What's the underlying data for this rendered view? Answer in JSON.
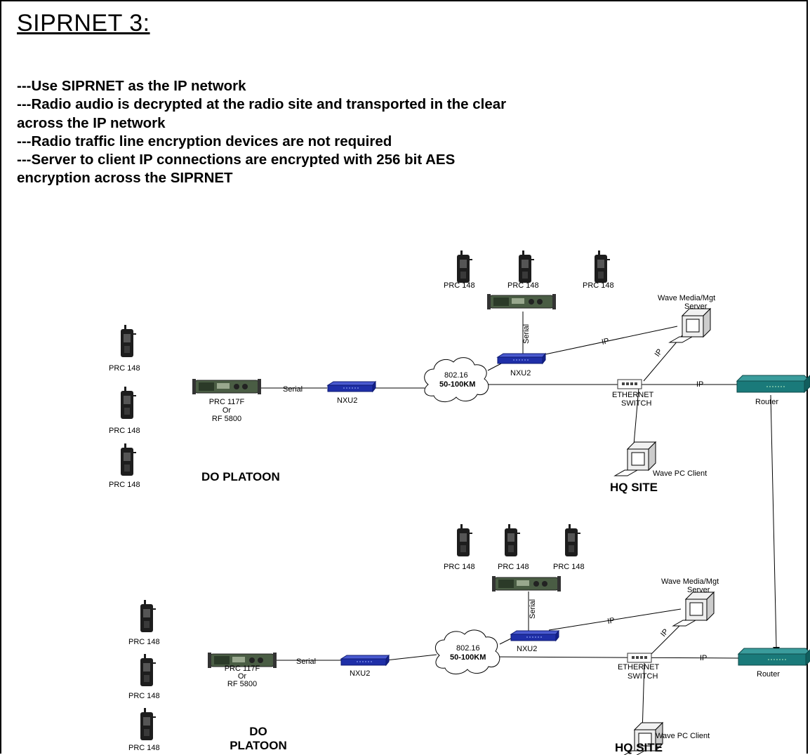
{
  "title": "SIPRNET  3:",
  "bullets": [
    "---Use SIPRNET as the IP network",
    "---Radio audio is decrypted at the radio site and transported in the clear",
    "across the IP network",
    "---Radio traffic line encryption devices are not required",
    "---Server to client IP connections are encrypted with 256 bit AES",
    "encryption across the SIPRNET"
  ],
  "colors": {
    "nxu": "#1f2fa8",
    "router": "#1a7a7a",
    "radio": "#4a5d44"
  },
  "icons": [
    "handheld-radio-icon",
    "manpack-radio-icon",
    "nxu2-device-icon",
    "cloud-icon",
    "ethernet-switch-icon",
    "router-icon",
    "server-computer-icon",
    "pc-client-icon"
  ],
  "top": {
    "handhelds_top": [
      "PRC 148",
      "PRC 148",
      "PRC 148"
    ],
    "handhelds_left": [
      "PRC 148",
      "PRC 148",
      "PRC 148"
    ],
    "manpack": [
      "PRC 117F",
      "Or",
      "RF 5800"
    ],
    "serial_left": "Serial",
    "serial_vertical": "Serial",
    "nxu_left": "NXU2",
    "nxu_right": "NXU2",
    "cloud": [
      "802.16",
      "50-100KM"
    ],
    "server": [
      "Wave Media/Mgt",
      "Server"
    ],
    "switch": [
      "ETHERNET",
      "SWITCH"
    ],
    "router": "Router",
    "ip_labels": [
      "IP",
      "IP",
      "IP"
    ],
    "client": "Wave PC Client",
    "platoon": "DO PLATOON",
    "site": "HQ SITE"
  },
  "bottom": {
    "handhelds_top": [
      "PRC 148",
      "PRC 148",
      "PRC 148"
    ],
    "handhelds_left": [
      "PRC 148",
      "PRC 148",
      "PRC 148"
    ],
    "manpack": [
      "PRC 117F",
      "Or",
      "RF 5800"
    ],
    "serial_left": "Serial",
    "serial_vertical": "Serial",
    "nxu_left": "NXU2",
    "nxu_right": "NXU2",
    "cloud": [
      "802.16",
      "50-100KM"
    ],
    "server": [
      "Wave Media/Mgt",
      "Server"
    ],
    "switch": [
      "ETHERNET",
      "SWITCH"
    ],
    "router": "Router",
    "ip_labels": [
      "IP",
      "IP",
      "IP"
    ],
    "client": "Wave PC Client",
    "platoon": [
      "DO",
      "PLATOON"
    ],
    "site": "HQ SITE"
  }
}
